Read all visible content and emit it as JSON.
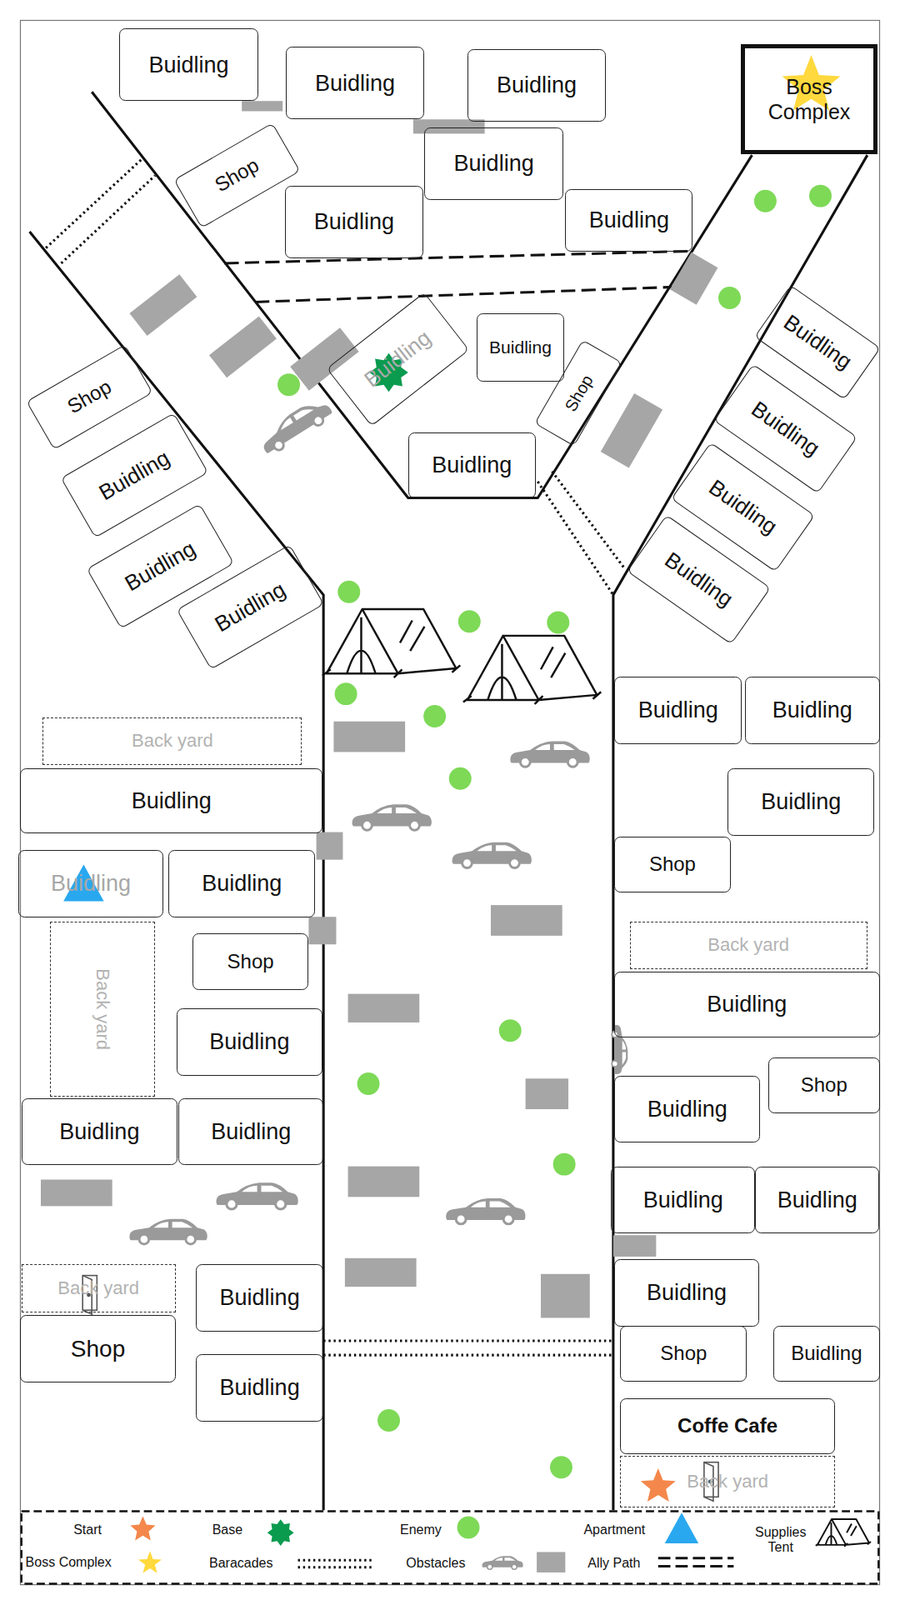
{
  "diagram": {
    "nodes": [
      {
        "text": [
          "Buidling"
        ]
      },
      {
        "text": [
          "Buidling"
        ]
      },
      {
        "text": [
          "Buidling"
        ]
      },
      {
        "text": [
          "Boss Complex"
        ]
      },
      {
        "text": [
          "Shop"
        ]
      },
      {
        "text": [
          "Buidling"
        ]
      },
      {
        "text": [
          "Buidling"
        ]
      },
      {
        "text": [
          "Buidling"
        ]
      },
      {
        "text": [
          "Buidling"
        ]
      },
      {
        "text": [
          "Buidling"
        ]
      },
      {
        "text": [
          "Shop"
        ]
      },
      {
        "text": [
          "Buidling"
        ]
      },
      {
        "text": [
          "Shop"
        ]
      },
      {
        "text": [
          "Buidling"
        ]
      },
      {
        "text": [
          "Buidling"
        ]
      },
      {
        "text": [
          "Buidling"
        ]
      },
      {
        "text": [
          "Buidling"
        ]
      },
      {
        "text": [
          "Buidling"
        ]
      },
      {
        "text": [
          "Buidling"
        ]
      },
      {
        "text": [
          "Buidling"
        ]
      },
      {
        "text": [
          "Buidling"
        ]
      },
      {
        "text": [
          "Buidling"
        ]
      },
      {
        "text": [
          "Back yard"
        ]
      },
      {
        "text": [
          "Buidling"
        ]
      },
      {
        "text": [
          "Buidling"
        ]
      },
      {
        "text": [
          "Shop"
        ]
      },
      {
        "text": [
          "Buidling"
        ]
      },
      {
        "text": [
          "Buidling"
        ]
      },
      {
        "text": [
          "Back yard"
        ]
      },
      {
        "text": [
          "Back yard"
        ]
      },
      {
        "text": [
          "Shop"
        ]
      },
      {
        "text": [
          "Buidling"
        ]
      },
      {
        "text": [
          "Buidling"
        ]
      },
      {
        "text": [
          "Shop"
        ]
      },
      {
        "text": [
          "Buidling"
        ]
      },
      {
        "text": [
          "Buidling"
        ]
      },
      {
        "text": [
          "Buidling"
        ]
      },
      {
        "text": [
          "Buidling"
        ]
      },
      {
        "text": [
          "Buidling"
        ]
      },
      {
        "text": [
          "Back yard"
        ]
      },
      {
        "text": [
          "Buidling"
        ]
      },
      {
        "text": [
          "Buidling"
        ]
      },
      {
        "text": [
          "Shop"
        ]
      },
      {
        "text": [
          "Shop"
        ]
      },
      {
        "text": [
          "Buidling"
        ]
      },
      {
        "text": [
          "Buidling"
        ]
      },
      {
        "text": [
          "Coffe Cafe"
        ]
      },
      {
        "text": [
          "Back yard"
        ]
      }
    ],
    "legend": [
      {
        "text": "Start"
      },
      {
        "text": "Base"
      },
      {
        "text": "Enemy",
        "color": "#7ed957"
      },
      {
        "text": "Apartment"
      },
      {
        "text": "Supplies Tent"
      },
      {
        "text": "Boss Complex"
      },
      {
        "text": "Baracades"
      },
      {
        "text": "Obstacles"
      },
      {
        "text": "Ally Path"
      }
    ]
  }
}
